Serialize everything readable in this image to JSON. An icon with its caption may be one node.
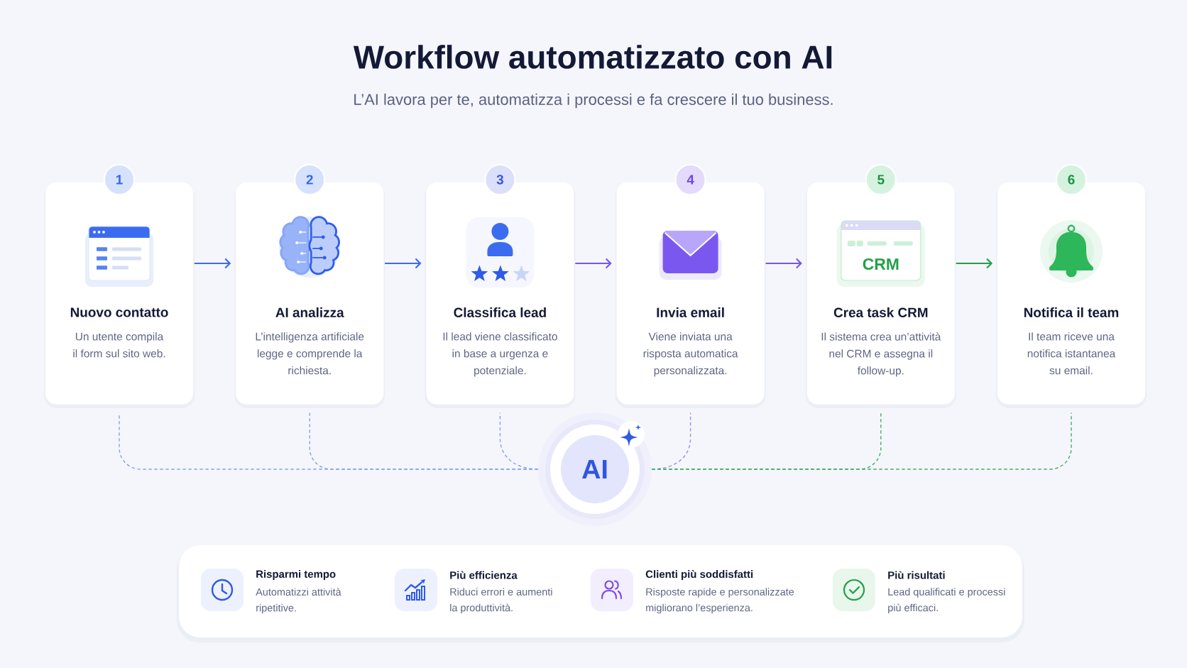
{
  "diagram": {
    "title": "Workflow automatizzato con AI",
    "nodes": [
      {
        "text": [
          "1"
        ]
      },
      {
        "text": [
          "2"
        ]
      },
      {
        "text": [
          "3"
        ]
      },
      {
        "text": [
          "4"
        ]
      },
      {
        "text": [
          "5"
        ]
      },
      {
        "text": [
          "6"
        ]
      },
      {
        "text": [
          "Nuovo contatto",
          "Un utente compila il form sul sito web."
        ]
      },
      {
        "text": [
          "AI analizza",
          "L’intelligenza artificiale legge e comprende la richiesta."
        ]
      },
      {
        "text": [
          "Classifica lead",
          "Il lead viene classificato in base a urgenza e potenziale."
        ]
      },
      {
        "text": [
          "Invia email",
          "Viene inviata una risposta automatica personalizzata."
        ]
      },
      {
        "text": [
          "CRM",
          "Crea task CRM",
          "Il sistema crea un’attività nel CRM e assegna il follow-up."
        ]
      },
      {
        "text": [
          "Notifica il team",
          "Il team riceve una notifica istantanea su email."
        ]
      },
      {
        "text": [
          "AI"
        ]
      },
      {
        "text": [
          "Risparmi tempo",
          "Automatizzi attività ripetitive.",
          "Più efficienza",
          "Riduci errori e aumenti la produttività.",
          "Clienti più soddisfatti",
          "Risposte rapide e personalizzate migliorano l’esperienza.",
          "Più risultati",
          "Lead qualificati e processi più efficaci."
        ]
      }
    ],
    "edges": [
      {
        "from": 6,
        "to": 7,
        "arrow": "to"
      },
      {
        "from": 7,
        "to": 8,
        "arrow": "to"
      },
      {
        "from": 8,
        "to": 9,
        "arrow": "to",
        "color": "#7a55ee"
      },
      {
        "from": 9,
        "to": 10,
        "arrow": "to",
        "color": "#7a55ee"
      },
      {
        "from": 10,
        "to": 11,
        "arrow": "to",
        "color": "#22a04a"
      },
      {
        "from": 6,
        "to": 12,
        "arrow": "none",
        "style": "dashed",
        "color": "#86a3ea"
      },
      {
        "from": 7,
        "to": 12,
        "arrow": "none",
        "style": "dashed",
        "color": "#86a3ea"
      },
      {
        "from": 8,
        "to": 12,
        "arrow": "none",
        "style": "dashed",
        "color": "#86a3ea"
      },
      {
        "from": 9,
        "to": 12,
        "arrow": "none",
        "style": "dashed",
        "color": "#a08cf0"
      },
      {
        "from": 10,
        "to": 12,
        "arrow": "none",
        "style": "dashed",
        "color": "#3fad66"
      },
      {
        "from": 11,
        "to": 12,
        "arrow": "none",
        "style": "dashed",
        "color": "#3fad66"
      }
    ],
    "labels": [
      "L’AI lavora per te, automatizza i processi e fa crescere il tuo business."
    ]
  }
}
